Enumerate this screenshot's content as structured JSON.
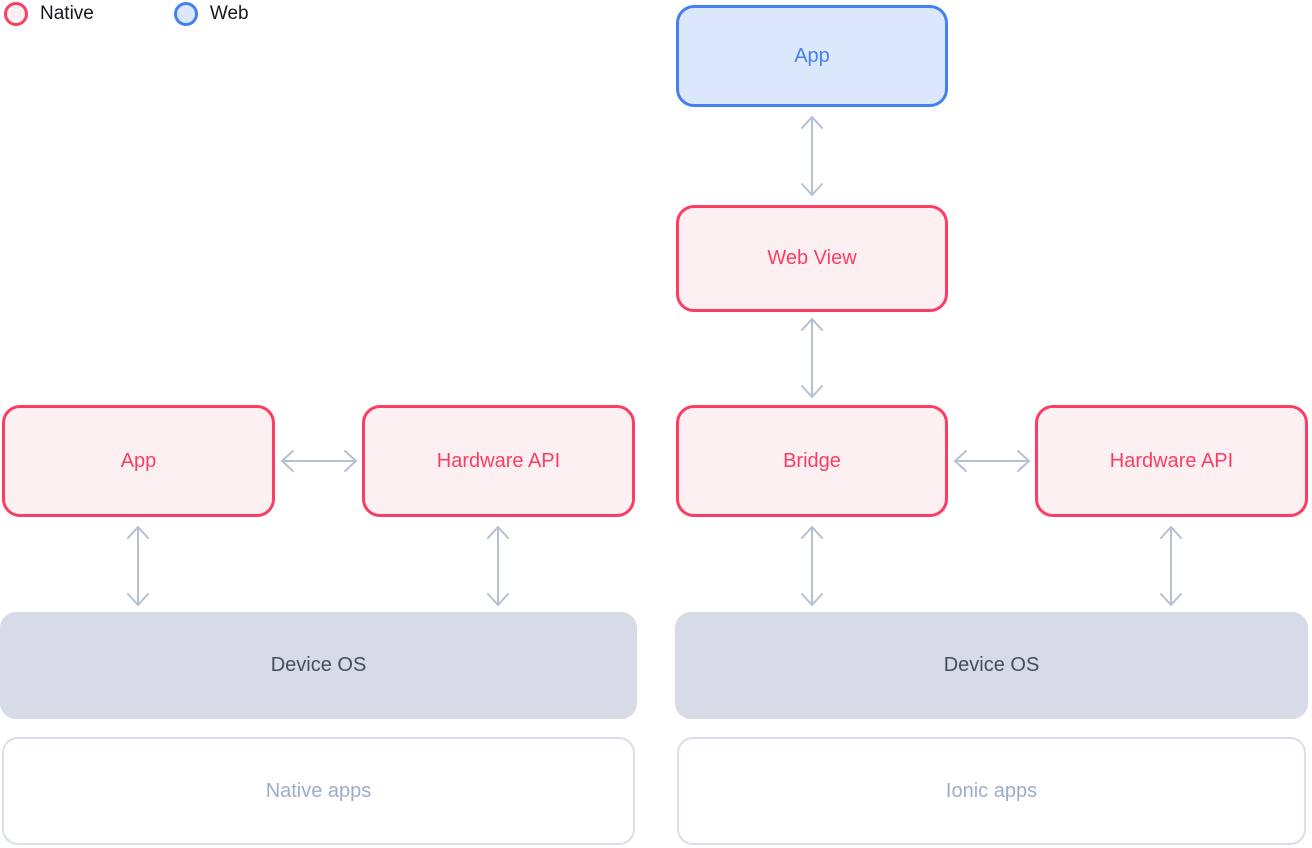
{
  "legend": {
    "items": [
      {
        "id": "native",
        "label": "Native"
      },
      {
        "id": "web",
        "label": "Web"
      }
    ]
  },
  "colors": {
    "native_stroke": "#fb3d63",
    "native_fill": "#fdf0f3",
    "web_stroke": "#4480f0",
    "web_fill": "#dbe8fc",
    "arrow": "#b5c0d3",
    "os_fill": "#d6dbe7",
    "os_text": "#454d5d",
    "caption_border": "#d8dfeb",
    "caption_text": "#9dadc8",
    "legend_text": "#15181e"
  },
  "native_stack": {
    "app": "App",
    "hardware_api": "Hardware API",
    "device_os": "Device OS",
    "caption": "Native apps"
  },
  "ionic_stack": {
    "app": "App",
    "web_view": "Web View",
    "bridge": "Bridge",
    "hardware_api": "Hardware API",
    "device_os": "Device OS",
    "caption": "Ionic apps"
  }
}
